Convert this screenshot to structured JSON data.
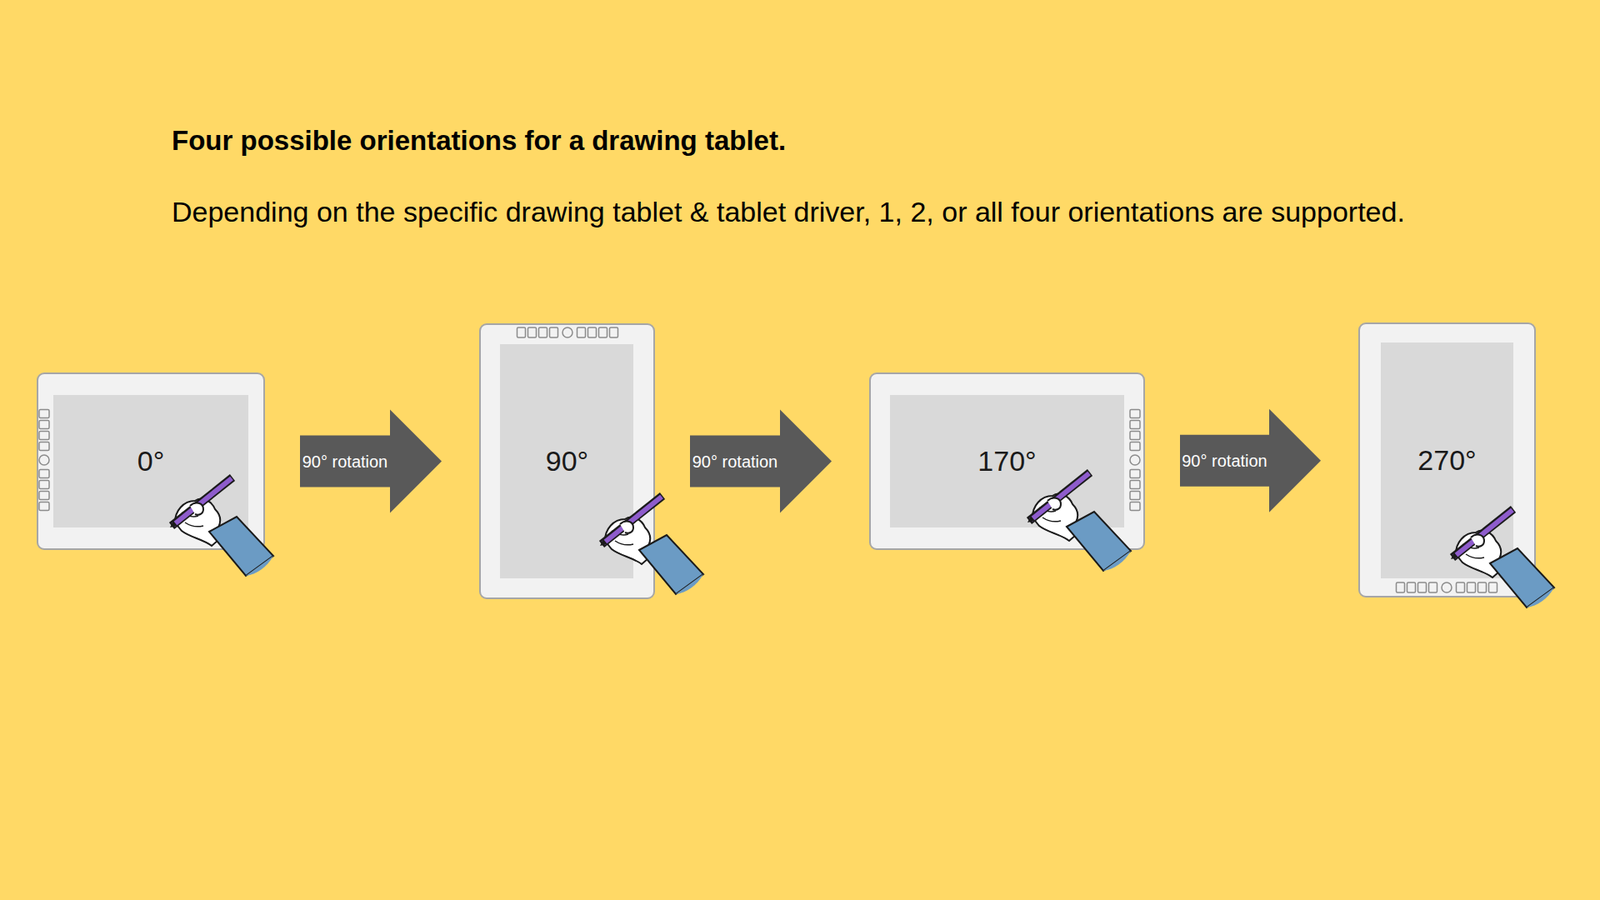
{
  "diagram": {
    "title": "Four possible orientations for a drawing tablet.",
    "nodes": [
      {
        "text": [
          "0°"
        ]
      },
      {
        "text": [
          "90°"
        ]
      },
      {
        "text": [
          "170°"
        ]
      },
      {
        "text": [
          "270°"
        ]
      }
    ],
    "edges": [
      {
        "from": 0,
        "to": 1,
        "arrow": "to",
        "label": "90° rotation"
      },
      {
        "from": 1,
        "to": 2,
        "arrow": "to",
        "label": "90° rotation"
      },
      {
        "from": 2,
        "to": 3,
        "arrow": "to",
        "label": "90° rotation"
      }
    ],
    "labels": [
      "Depending on the specific drawing tablet & tablet driver, 1, 2, or all four orientations are supported."
    ]
  }
}
